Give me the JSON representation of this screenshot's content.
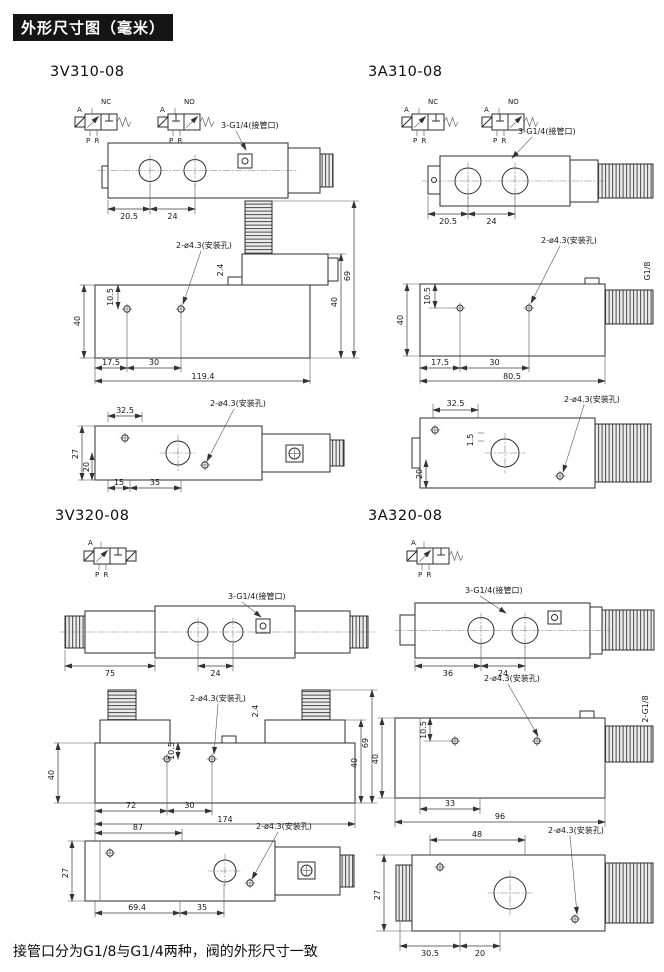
{
  "page": {
    "header_badge": "外形尺寸图（毫米）",
    "footer_note": "接管口分为G1/8与G1/4两种，阀的外形尺寸一致"
  },
  "labels": {
    "port": "3-G1/4(接管口)",
    "mount": "2-ø4.3(安装孔)",
    "nc": "NC",
    "no": "NO",
    "a": "A",
    "p": "P",
    "r": "R",
    "g18": "G1/8",
    "g18x2": "2-G1/8"
  },
  "v310": {
    "title": "3V310-08",
    "top": {
      "d1": "20.5",
      "d2": "24"
    },
    "side": {
      "v1": "10.5",
      "v2": "2.4",
      "v3": "40",
      "v4": "40",
      "v5": "69",
      "h1": "17.5",
      "h2": "30",
      "h3": "119.4"
    },
    "bottom": {
      "w1": "32.5",
      "v1": "27",
      "v2": "20",
      "w2": "15",
      "w3": "35"
    }
  },
  "a310": {
    "title": "3A310-08",
    "top": {
      "d1": "20.5",
      "d2": "24"
    },
    "side": {
      "v1": "10.5",
      "v2": "40",
      "h1": "17.5",
      "h2": "30",
      "h3": "80.5"
    },
    "bottom": {
      "w1": "32.5",
      "v1": "1.5",
      "v2": "20"
    }
  },
  "v320": {
    "title": "3V320-08",
    "top": {
      "d1": "75",
      "d2": "24"
    },
    "side": {
      "v1": "10.5",
      "v2": "2.4",
      "v3": "40",
      "v4": "40",
      "v5": "69",
      "h1": "72",
      "h2": "30",
      "h3": "174"
    },
    "bottom": {
      "w1": "87",
      "v1": "27",
      "w2": "69.4",
      "w3": "35"
    }
  },
  "a320": {
    "title": "3A320-08",
    "top": {
      "d1": "36",
      "d2": "24"
    },
    "side": {
      "v1": "10.5",
      "v2": "40",
      "h1": "33",
      "h2": "96"
    },
    "bottom": {
      "w1": "48",
      "v1": "27",
      "w2": "30.5",
      "w3": "20"
    }
  }
}
